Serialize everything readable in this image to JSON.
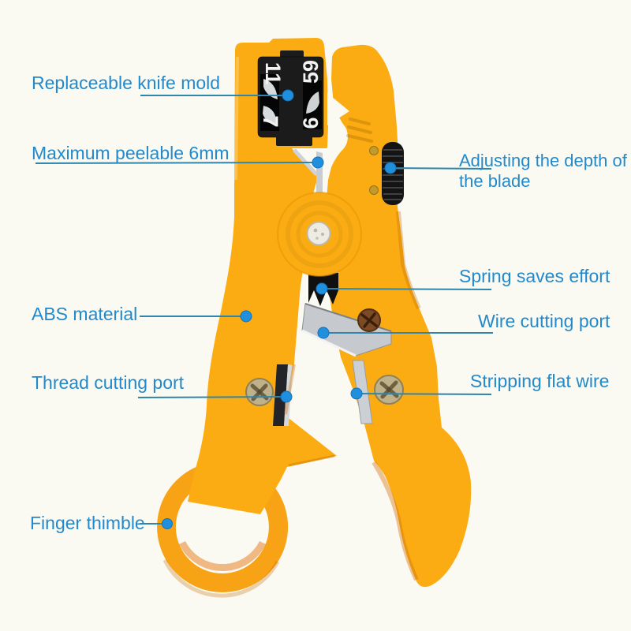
{
  "background_color": "#FAFAF2",
  "tool": {
    "name": "universal wire stripping tool",
    "body_color": "#FBAC12",
    "ring_color": "#F8A315",
    "mold_color": "#1B1B1B",
    "metal_color": "#C6C9CE",
    "label_text_color": "#2289CC",
    "leader_line_color": "#2F86AD",
    "dot_color": "#1F8FDE"
  },
  "knife_mold": {
    "numbers": [
      "11",
      "59",
      "7",
      "6"
    ]
  },
  "labels": [
    {
      "id": "replaceable-knife-mold",
      "text": "Replaceable knife mold"
    },
    {
      "id": "maximum-peelable",
      "text": "Maximum peelable 6mm"
    },
    {
      "id": "adjusting-depth",
      "text": "Adjusting the depth of the blade"
    },
    {
      "id": "spring-saves-effort",
      "text": "Spring saves effort"
    },
    {
      "id": "abs-material",
      "text": "ABS material"
    },
    {
      "id": "wire-cutting-port",
      "text": "Wire cutting port"
    },
    {
      "id": "thread-cutting-port",
      "text": "Thread cutting port"
    },
    {
      "id": "stripping-flat-wire",
      "text": "Stripping flat wire"
    },
    {
      "id": "finger-thimble",
      "text": "Finger thimble"
    }
  ]
}
